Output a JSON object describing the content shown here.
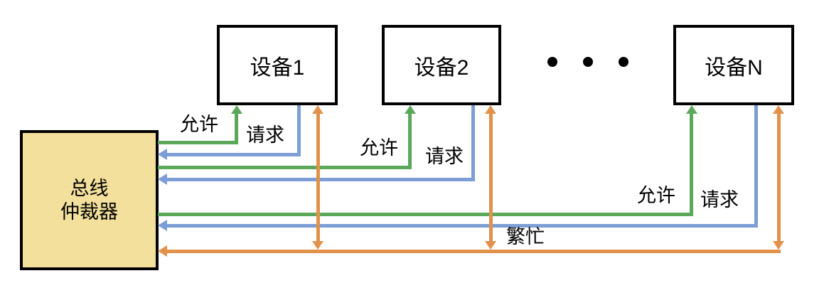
{
  "colors": {
    "allow_green": "#5BA85B",
    "request_blue": "#7D9DD6",
    "busy_orange": "#E2914B",
    "arbiter_fill": "#F3E09C",
    "box_border": "#000000",
    "background": "#FFFFFF"
  },
  "arbiter": {
    "label_line1": "总线",
    "label_line2": "仲裁器"
  },
  "devices": [
    {
      "label": "设备1"
    },
    {
      "label": "设备2"
    },
    {
      "label": "设备N"
    }
  ],
  "signals": {
    "allow_label": "允许",
    "request_label": "请求",
    "busy_label": "繁忙"
  }
}
